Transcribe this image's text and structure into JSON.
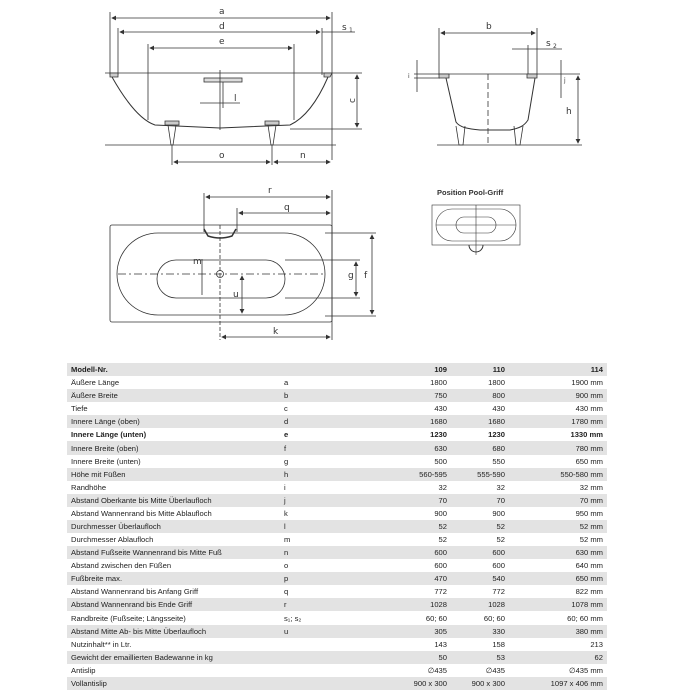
{
  "drawing_labels": {
    "side": {
      "a": "a",
      "d": "d",
      "e": "e",
      "s1": "s",
      "s1_sub": "1",
      "l": "l",
      "c": "c",
      "o": "o",
      "n": "n"
    },
    "end": {
      "b": "b",
      "s2": "s",
      "s2_sub": "2",
      "i": "i",
      "j": "j",
      "h": "h"
    },
    "plan": {
      "r": "r",
      "q": "q",
      "m": "m",
      "u": "u",
      "g": "g",
      "f": "f",
      "k": "k"
    },
    "pool_title": "Position Pool-Griff"
  },
  "table": {
    "header": {
      "label": "Modell-Nr.",
      "sym": "",
      "v109": "109",
      "v110": "110",
      "v114": "114"
    },
    "rows": [
      {
        "label": "Äußere Länge",
        "sym": "a",
        "v109": "1800",
        "v110": "1800",
        "v114": "1900 mm"
      },
      {
        "label": "Äußere Breite",
        "sym": "b",
        "v109": "750",
        "v110": "800",
        "v114": "900 mm"
      },
      {
        "label": "Tiefe",
        "sym": "c",
        "v109": "430",
        "v110": "430",
        "v114": "430 mm"
      },
      {
        "label": "Innere Länge (oben)",
        "sym": "d",
        "v109": "1680",
        "v110": "1680",
        "v114": "1780 mm"
      },
      {
        "label": "Innere Länge (unten)",
        "sym": "e",
        "v109": "1230",
        "v110": "1230",
        "v114": "1330 mm",
        "bold": true
      },
      {
        "label": "Innere Breite (oben)",
        "sym": "f",
        "v109": "630",
        "v110": "680",
        "v114": "780 mm"
      },
      {
        "label": "Innere Breite (unten)",
        "sym": "g",
        "v109": "500",
        "v110": "550",
        "v114": "650 mm"
      },
      {
        "label": "Höhe mit Füßen",
        "sym": "h",
        "v109": "560-595",
        "v110": "555-590",
        "v114": "550-580 mm"
      },
      {
        "label": "Randhöhe",
        "sym": "i",
        "v109": "32",
        "v110": "32",
        "v114": "32 mm"
      },
      {
        "label": "Abstand Oberkante bis Mitte Überlaufloch",
        "sym": "j",
        "v109": "70",
        "v110": "70",
        "v114": "70 mm"
      },
      {
        "label": "Abstand Wannenrand bis Mitte Ablaufloch",
        "sym": "k",
        "v109": "900",
        "v110": "900",
        "v114": "950 mm"
      },
      {
        "label": "Durchmesser Überlaufloch",
        "sym": "l",
        "v109": "52",
        "v110": "52",
        "v114": "52 mm"
      },
      {
        "label": "Durchmesser Ablaufloch",
        "sym": "m",
        "v109": "52",
        "v110": "52",
        "v114": "52 mm"
      },
      {
        "label": "Abstand Fußseite Wannenrand bis Mitte Fuß",
        "sym": "n",
        "v109": "600",
        "v110": "600",
        "v114": "630 mm"
      },
      {
        "label": "Abstand zwischen den Füßen",
        "sym": "o",
        "v109": "600",
        "v110": "600",
        "v114": "640 mm"
      },
      {
        "label": "Fußbreite max.",
        "sym": "p",
        "v109": "470",
        "v110": "540",
        "v114": "650 mm"
      },
      {
        "label": "Abstand Wannenrand bis Anfang Griff",
        "sym": "q",
        "v109": "772",
        "v110": "772",
        "v114": "822 mm"
      },
      {
        "label": "Abstand Wannenrand bis Ende Griff",
        "sym": "r",
        "v109": "1028",
        "v110": "1028",
        "v114": "1078 mm"
      },
      {
        "label": "Randbreite (Fußseite; Längsseite)",
        "sym": "s₁; s₂",
        "v109": "60; 60",
        "v110": "60; 60",
        "v114": "60; 60 mm"
      },
      {
        "label": "Abstand Mitte Ab- bis Mitte Überlaufloch",
        "sym": "u",
        "v109": "305",
        "v110": "330",
        "v114": "380 mm"
      },
      {
        "label": "Nutzinhalt** in Ltr.",
        "sym": "",
        "v109": "143",
        "v110": "158",
        "v114": "213"
      },
      {
        "label": "Gewicht der emaillierten Badewanne in kg",
        "sym": "",
        "v109": "50",
        "v110": "53",
        "v114": "62"
      },
      {
        "label": "Antislip",
        "sym": "",
        "v109": "∅435",
        "v110": "∅435",
        "v114": "∅435 mm"
      },
      {
        "label": "Vollantislip",
        "sym": "",
        "v109": "900 x 300",
        "v110": "900 x 300",
        "v114": "1097 x 406 mm"
      }
    ]
  }
}
